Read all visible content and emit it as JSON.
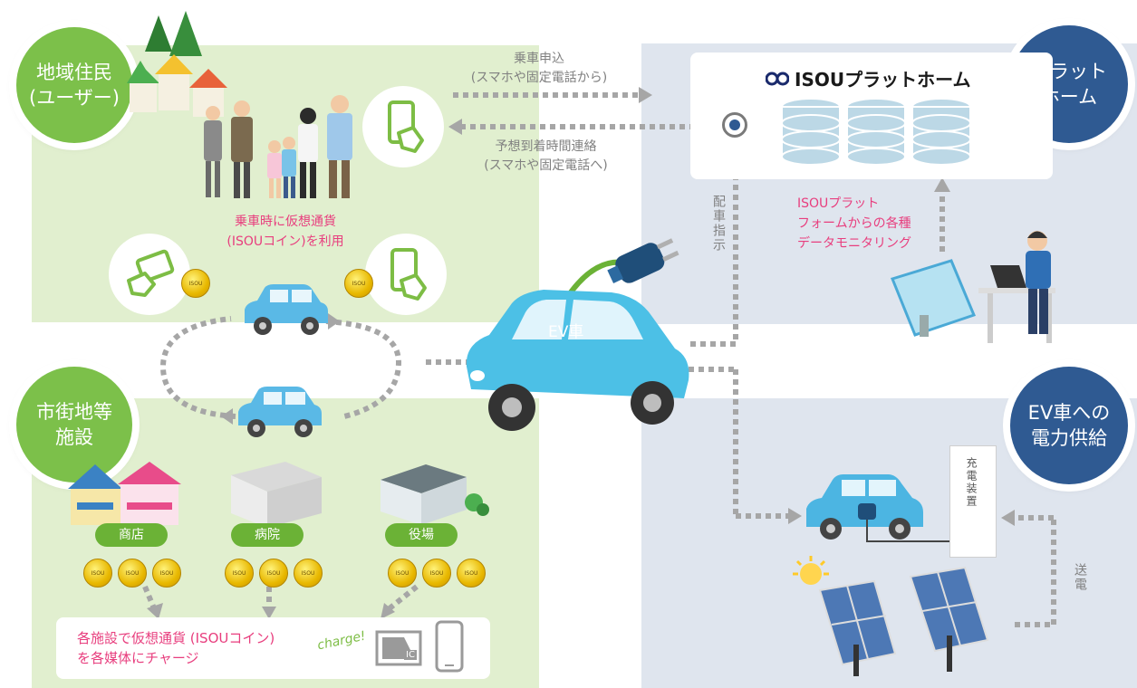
{
  "circles": {
    "residents": [
      "地域住民",
      "(ユーザー)"
    ],
    "platform": [
      "プラット",
      "ホーム"
    ],
    "facilities": [
      "市街地等",
      "施設"
    ],
    "power": [
      "EV車への",
      "電力供給"
    ]
  },
  "platform_box": {
    "logo": "ISOUプラットホーム"
  },
  "labels": {
    "ride_request": [
      "乗車申込",
      "(スマホや固定電話から)"
    ],
    "arrival_notice": [
      "予想到着時間連絡",
      "(スマホや固定電話へ)"
    ],
    "use_coin": [
      "乗車時に仮想通貨",
      "(ISOUコイン)を利用"
    ],
    "monitoring": [
      "ISOUプラット",
      "フォームからの各種",
      "データモニタリング"
    ],
    "dispatch": "配車指示",
    "charge_text": [
      "各施設で仮想通貨 (ISOUコイン)",
      "を各媒体にチャージ"
    ],
    "charge_word": "charge!",
    "ic": "IC",
    "ev": "EV車",
    "charger": "充電装置",
    "transmission": "送電"
  },
  "facilities": [
    "商店",
    "病院",
    "役場"
  ],
  "coin_text": "ISOU",
  "colors": {
    "green_panel": "#e1efcf",
    "blue_panel": "#dfe5ee",
    "green": "#7cc04a",
    "navy": "#2f5a92",
    "pink": "#e83e7e",
    "car": "#4cc0e6"
  }
}
